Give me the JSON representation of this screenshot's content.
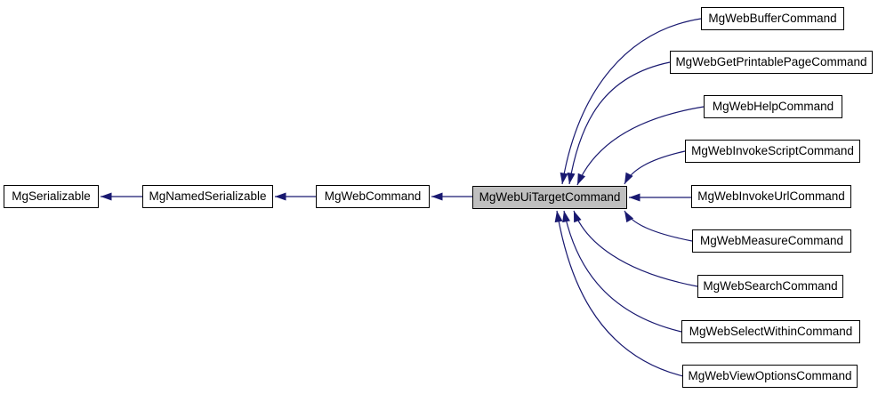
{
  "diagram": {
    "type": "class-inheritance-graph",
    "base_chain": [
      {
        "label": "MgSerializable"
      },
      {
        "label": "MgNamedSerializable"
      },
      {
        "label": "MgWebCommand"
      }
    ],
    "selected": {
      "label": "MgWebUiTargetCommand"
    },
    "derived": [
      {
        "label": "MgWebBufferCommand"
      },
      {
        "label": "MgWebGetPrintablePageCommand"
      },
      {
        "label": "MgWebHelpCommand"
      },
      {
        "label": "MgWebInvokeScriptCommand"
      },
      {
        "label": "MgWebInvokeUrlCommand"
      },
      {
        "label": "MgWebMeasureCommand"
      },
      {
        "label": "MgWebSearchCommand"
      },
      {
        "label": "MgWebSelectWithinCommand"
      },
      {
        "label": "MgWebViewOptionsCommand"
      }
    ]
  },
  "colors": {
    "edge": "#191970",
    "node_border": "#000000",
    "node_fill": "#ffffff",
    "selected_fill": "#bfbfbf",
    "text": "#000000",
    "background": "#ffffff"
  }
}
